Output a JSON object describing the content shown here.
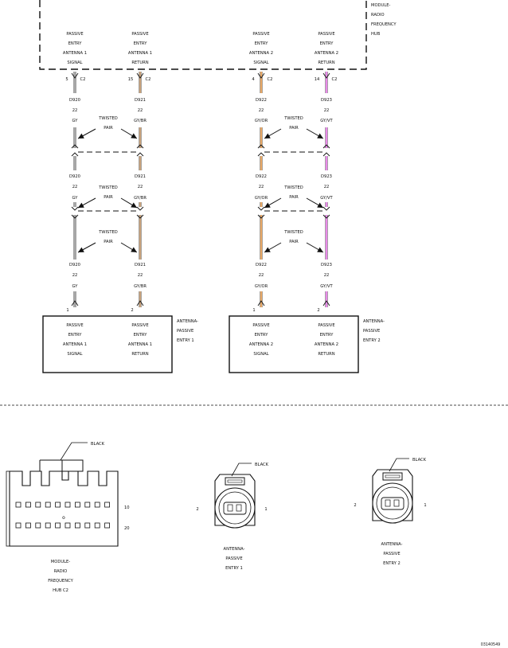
{
  "module": {
    "name_lines": [
      "MODULE-",
      "RADIO",
      "FREQUENCY",
      "HUB"
    ],
    "pins": [
      {
        "lines": [
          "PASSIVE",
          "ENTRY",
          "ANTENNA 1",
          "SIGNAL"
        ],
        "pin": "5",
        "conn": "C2"
      },
      {
        "lines": [
          "PASSIVE",
          "ENTRY",
          "ANTENNA 1",
          "RETURN"
        ],
        "pin": "15",
        "conn": "C2"
      },
      {
        "lines": [
          "PASSIVE",
          "ENTRY",
          "ANTENNA 2",
          "SIGNAL"
        ],
        "pin": "4",
        "conn": "C2"
      },
      {
        "lines": [
          "PASSIVE",
          "ENTRY",
          "ANTENNA 2",
          "RETURN"
        ],
        "pin": "14",
        "conn": "C2"
      }
    ]
  },
  "wires": [
    {
      "circuit": "D920",
      "gauge": "22",
      "color": "GY",
      "hex": "#a8a8a8"
    },
    {
      "circuit": "D921",
      "gauge": "22",
      "color": "GY/BR",
      "hex": "#c8a27c"
    },
    {
      "circuit": "D922",
      "gauge": "22",
      "color": "GY/OR",
      "hex": "#e8a866"
    },
    {
      "circuit": "D923",
      "gauge": "22",
      "color": "GY/VT",
      "hex": "#e88ae8"
    }
  ],
  "twisted_label": [
    "TWISTED",
    "PAIR"
  ],
  "antennas": [
    {
      "name_lines": [
        "ANTENNA-",
        "PASSIVE",
        "ENTRY 1"
      ],
      "pins": [
        {
          "pin": "1",
          "lines": [
            "PASSIVE",
            "ENTRY",
            "ANTENNA 1",
            "SIGNAL"
          ]
        },
        {
          "pin": "2",
          "lines": [
            "PASSIVE",
            "ENTRY",
            "ANTENNA 1",
            "RETURN"
          ]
        }
      ]
    },
    {
      "name_lines": [
        "ANTENNA-",
        "PASSIVE",
        "ENTRY 2"
      ],
      "pins": [
        {
          "pin": "1",
          "lines": [
            "PASSIVE",
            "ENTRY",
            "ANTENNA 2",
            "SIGNAL"
          ]
        },
        {
          "pin": "2",
          "lines": [
            "PASSIVE",
            "ENTRY",
            "ANTENNA 2",
            "RETURN"
          ]
        }
      ]
    }
  ],
  "connectors": {
    "module_c2": {
      "color": "BLACK",
      "pin_10": "10",
      "pin_20": "20",
      "name_lines": [
        "MODULE-",
        "RADIO",
        "FREQUENCY",
        "HUB C2"
      ]
    },
    "antenna_1": {
      "color": "BLACK",
      "pin_left": "2",
      "pin_right": "1",
      "name_lines": [
        "ANTENNA-",
        "PASSIVE",
        "ENTRY 1"
      ]
    },
    "antenna_2": {
      "color": "BLACK",
      "pin_left": "2",
      "pin_right": "1",
      "name_lines": [
        "ANTENNA-",
        "PASSIVE",
        "ENTRY 2"
      ]
    }
  },
  "figure_id": "03140549"
}
